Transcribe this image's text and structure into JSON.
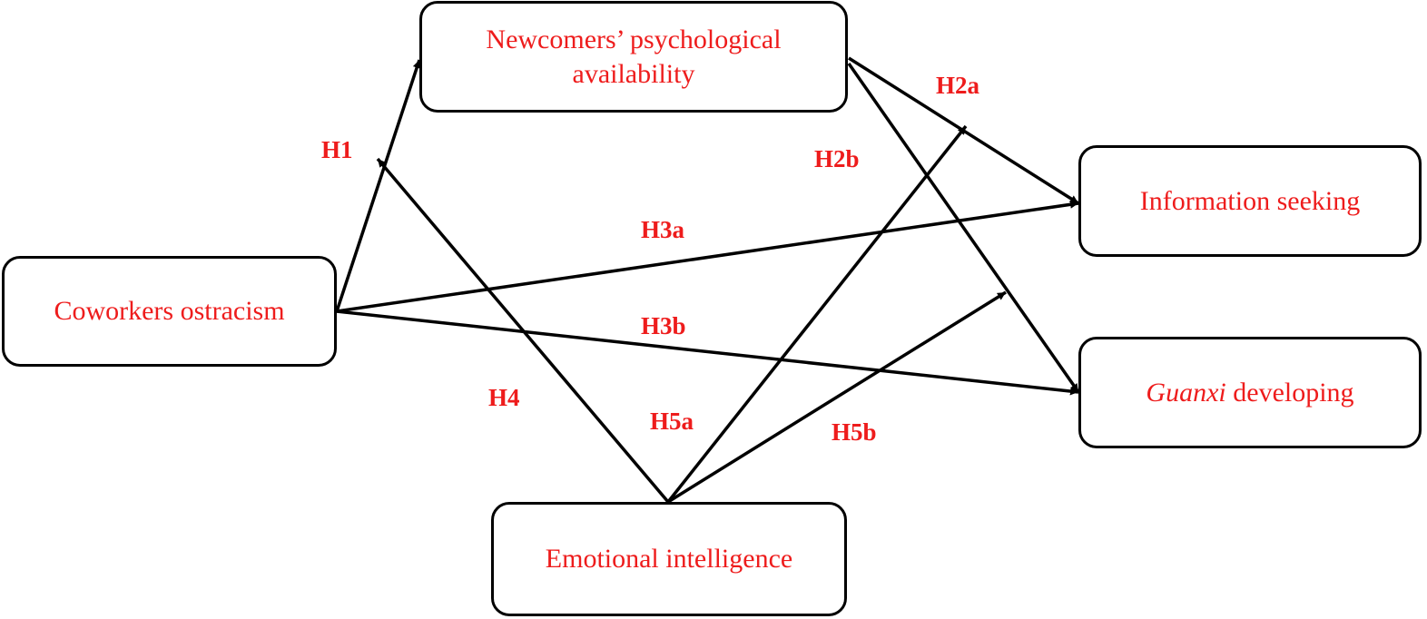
{
  "colors": {
    "text": "#ee1c1c",
    "stroke": "#000000",
    "background": "#ffffff"
  },
  "nodes": {
    "coworkers_ostracism": "Coworkers ostracism",
    "psychological_availability_line1": "Newcomers’ psychological",
    "psychological_availability_line2": "availability",
    "information_seeking": "Information seeking",
    "guanxi_word": "Guanxi",
    "guanxi_rest": " developing",
    "emotional_intelligence": "Emotional intelligence"
  },
  "hypotheses": {
    "h1": "H1",
    "h2a": "H2a",
    "h2b": "H2b",
    "h3a": "H3a",
    "h3b": "H3b",
    "h4": "H4",
    "h5a": "H5a",
    "h5b": "H5b"
  },
  "paths": [
    {
      "name": "path-h1",
      "from": "Coworkers ostracism",
      "to": "Newcomers’ psychological availability",
      "label": "H1"
    },
    {
      "name": "path-h2a",
      "from": "Newcomers’ psychological availability",
      "to": "Information seeking",
      "label": "H2a"
    },
    {
      "name": "path-h2b",
      "from": "Newcomers’ psychological availability",
      "to": "Guanxi developing",
      "label": "H2b"
    },
    {
      "name": "path-h3a",
      "from": "Coworkers ostracism",
      "to": "Information seeking",
      "label": "H3a"
    },
    {
      "name": "path-h3b",
      "from": "Coworkers ostracism",
      "to": "Guanxi developing",
      "label": "H3b"
    },
    {
      "name": "path-h4",
      "from": "Emotional intelligence",
      "to": "path H1",
      "label": "H4"
    },
    {
      "name": "path-h5a",
      "from": "Emotional intelligence",
      "to": "path H2a",
      "label": "H5a"
    },
    {
      "name": "path-h5b",
      "from": "Emotional intelligence",
      "to": "path H2b",
      "label": "H5b"
    }
  ]
}
